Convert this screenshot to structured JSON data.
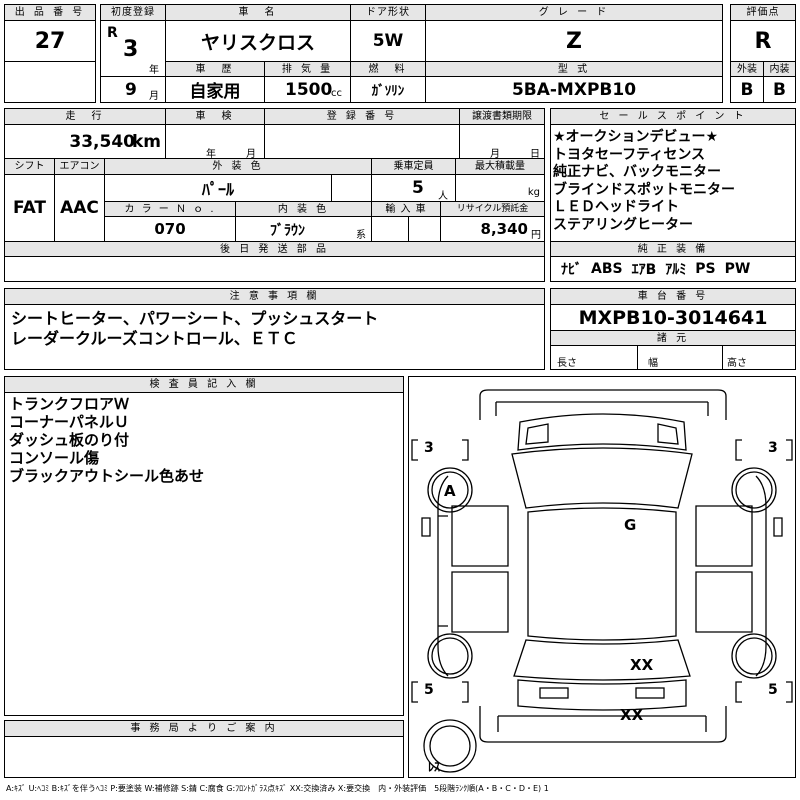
{
  "header": {
    "lot_label": "出 品 番 号",
    "lot_value": "27",
    "first_reg_label": "初度登録",
    "era": "R",
    "year": "3",
    "year_unit": "年",
    "month": "9",
    "month_unit": "月",
    "name_label": "車　名",
    "name_value": "ヤリスクロス",
    "door_label": "ドア形状",
    "door_value": "5W",
    "grade_label": "グ レ ー ド",
    "grade_value": "Z",
    "score_label": "評価点",
    "score_value": "R",
    "history_label": "車　歴",
    "history_value": "自家用",
    "displacement_label": "排 気 量",
    "displacement_value": "1500",
    "displacement_unit": "cc",
    "fuel_label": "燃　料",
    "fuel_value": "ｶﾞｿﾘﾝ",
    "model_label": "型 式",
    "model_value": "5BA-MXPB10",
    "exterior_label": "外装",
    "exterior_value": "B",
    "interior_label": "内装",
    "interior_value": "B"
  },
  "row2": {
    "mileage_label": "走　行",
    "mileage_value": "33,540",
    "mileage_unit": "km",
    "inspection_label": "車　検",
    "inspection_year": "年",
    "inspection_month": "月",
    "registration_label": "登 録 番 号",
    "transfer_label": "譲渡書類期限",
    "transfer_month": "月",
    "transfer_day": "日",
    "shift_label": "シフト",
    "shift_value": "FAT",
    "ac_label": "エアコン",
    "ac_value": "AAC",
    "color_label": "外 装 色",
    "color_value": "ﾊﾟｰﾙ",
    "capacity_label": "乗車定員",
    "capacity_value": "5",
    "capacity_unit": "人",
    "load_label": "最大積載量",
    "load_unit": "kg",
    "color_no_label": "カ ラ ー Ｎ ｏ .",
    "color_no_value": "070",
    "int_color_label": "内 装 色",
    "int_color_value": "ﾌﾞﾗｳﾝ",
    "int_color_unit": "系",
    "import_label": "輸 入 車",
    "recycle_label": "リサイクル預託金",
    "recycle_value": "8,340",
    "recycle_unit": "円",
    "later_label": "後 日 発 送 部 品"
  },
  "sales_points": {
    "label": "セ ー ル ス ポ イ ン ト",
    "items": [
      "★オークションデビュー★",
      "トヨタセーフティセンス",
      "純正ナビ、バックモニター",
      "ブラインドスポットモニター",
      "ＬＥＤヘッドライト",
      "ステアリングヒーター"
    ]
  },
  "equipment": {
    "label": "純 正 装 備",
    "items": [
      "ﾅﾋﾞ",
      "ABS",
      "ｴｱB",
      "ｱﾙﾐ",
      "PS",
      "PW"
    ]
  },
  "notes": {
    "label": "注 意 事 項 欄",
    "lines": [
      "シートヒーター、パワーシート、プッシュスタート",
      "レーダークルーズコントロール、ＥＴＣ"
    ]
  },
  "chassis": {
    "label": "車 台 番 号",
    "value": "MXPB10-3014641",
    "spec_label": "諸 元",
    "length": "長さ",
    "width": "幅",
    "height": "高さ"
  },
  "inspector": {
    "label": "検 査 員 記 入 欄",
    "lines": [
      "トランクフロアＷ",
      "コーナーパネルＵ",
      "ダッシュ板のり付",
      "コンソール傷",
      "ブラックアウトシール色あせ"
    ]
  },
  "office": {
    "label": "事 務 局 よ り ご 案 内"
  },
  "diagram": {
    "tl": "3",
    "tr": "3",
    "bl": "5",
    "br": "5",
    "mark_a": "A",
    "mark_g": "G",
    "mark_xx1": "XX",
    "mark_xx2": "XX",
    "lesu": "ﾚｽ"
  },
  "legend": "A:ｷｽﾞ U:ﾍｺﾐ B:ｷｽﾞを伴うﾍｺﾐ P:要塗装 W:補修跡 S:錆 C:腐食 G:ﾌﾛﾝﾄｶﾞﾗｽ点ｷｽﾞ XX:交換済み X:要交換　内・外装評価　5段階ﾗﾝｸ順(A・B・C・D・E) 1"
}
